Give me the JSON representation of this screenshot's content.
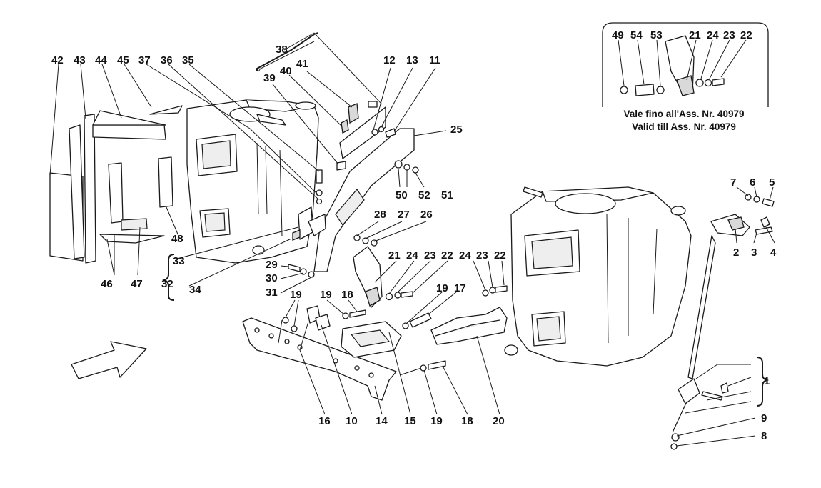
{
  "inset": {
    "labels": [
      "49",
      "54",
      "53",
      "21",
      "24",
      "23",
      "22"
    ],
    "note_line1": "Vale fino all'Ass. Nr. 40979",
    "note_line2": "Valid till Ass. Nr. 40979"
  },
  "callouts": {
    "n1": "1",
    "n2": "2",
    "n3": "3",
    "n4": "4",
    "n5": "5",
    "n6": "6",
    "n7": "7",
    "n8": "8",
    "n9": "9",
    "n10": "10",
    "n11": "11",
    "n12": "12",
    "n13": "13",
    "n14": "14",
    "n15": "15",
    "n16": "16",
    "n17": "17",
    "n18a": "18",
    "n18b": "18",
    "n19a": "19",
    "n19b": "19",
    "n19c": "19",
    "n19d": "19",
    "n20": "20",
    "n21": "21",
    "n22a": "22",
    "n22b": "22",
    "n23a": "23",
    "n23b": "23",
    "n24a": "24",
    "n24b": "24",
    "n25": "25",
    "n26": "26",
    "n27": "27",
    "n28": "28",
    "n29": "29",
    "n30": "30",
    "n31": "31",
    "n32": "32",
    "n33": "33",
    "n34": "34",
    "n35": "35",
    "n36": "36",
    "n37": "37",
    "n38": "38",
    "n39": "39",
    "n40": "40",
    "n41": "41",
    "n42": "42",
    "n43": "43",
    "n44": "44",
    "n45": "45",
    "n46": "46",
    "n47": "47",
    "n48": "48",
    "n50": "50",
    "n51": "51",
    "n52": "52"
  }
}
